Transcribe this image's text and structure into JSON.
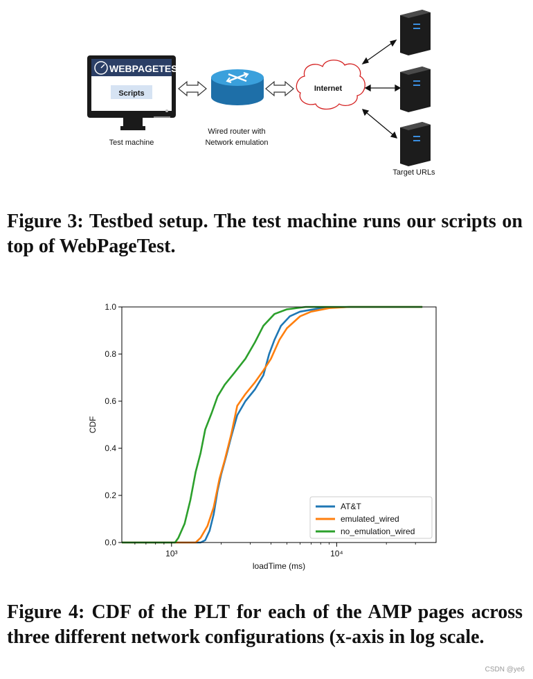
{
  "figure3": {
    "logo_text": "WEBPAGETEST",
    "scripts_label": "Scripts",
    "test_machine_label": "Test machine",
    "router_label_line1": "Wired router with",
    "router_label_line2": "Network emulation",
    "internet_label": "Internet",
    "target_label": "Target URLs",
    "caption": "Figure 3: Testbed setup. The test machine runs our scripts on top of WebPageTest."
  },
  "figure4": {
    "caption": "Figure 4: CDF of the PLT for each of the AMP pages across three different network configurations (x-axis in log scale."
  },
  "watermark": "CSDN @ye6",
  "colors": {
    "att": "#1f77b4",
    "emulated": "#ff7f0e",
    "no_emulation": "#2ca02c"
  },
  "chart_data": {
    "type": "line",
    "xlabel": "loadTime (ms)",
    "ylabel": "CDF",
    "xscale": "log",
    "xlim": [
      500,
      40000
    ],
    "ylim": [
      0,
      1.0
    ],
    "grid": false,
    "legend_position": "lower-right",
    "x_ticks": [
      {
        "value": 1000,
        "label": "10³"
      },
      {
        "value": 10000,
        "label": "10⁴"
      }
    ],
    "y_ticks": [
      "0.0",
      "0.2",
      "0.4",
      "0.6",
      "0.8",
      "1.0"
    ],
    "series": [
      {
        "name": "AT&T",
        "points": [
          [
            500,
            0
          ],
          [
            1500,
            0
          ],
          [
            1600,
            0.01
          ],
          [
            1700,
            0.05
          ],
          [
            1800,
            0.12
          ],
          [
            1900,
            0.22
          ],
          [
            2000,
            0.29
          ],
          [
            2150,
            0.37
          ],
          [
            2300,
            0.45
          ],
          [
            2500,
            0.54
          ],
          [
            2800,
            0.6
          ],
          [
            3200,
            0.65
          ],
          [
            3600,
            0.71
          ],
          [
            3900,
            0.8
          ],
          [
            4200,
            0.86
          ],
          [
            4600,
            0.92
          ],
          [
            5200,
            0.96
          ],
          [
            6000,
            0.98
          ],
          [
            8000,
            0.995
          ],
          [
            12000,
            1.0
          ],
          [
            33000,
            1.0
          ]
        ]
      },
      {
        "name": "emulated_wired",
        "points": [
          [
            500,
            0
          ],
          [
            1400,
            0
          ],
          [
            1500,
            0.02
          ],
          [
            1650,
            0.07
          ],
          [
            1800,
            0.15
          ],
          [
            1950,
            0.27
          ],
          [
            2100,
            0.35
          ],
          [
            2300,
            0.46
          ],
          [
            2500,
            0.58
          ],
          [
            2800,
            0.63
          ],
          [
            3200,
            0.68
          ],
          [
            3600,
            0.73
          ],
          [
            4000,
            0.78
          ],
          [
            4500,
            0.86
          ],
          [
            5000,
            0.91
          ],
          [
            6000,
            0.96
          ],
          [
            7000,
            0.98
          ],
          [
            9000,
            0.995
          ],
          [
            12000,
            1.0
          ],
          [
            33000,
            1.0
          ]
        ]
      },
      {
        "name": "no_emulation_wired",
        "points": [
          [
            500,
            0
          ],
          [
            1050,
            0
          ],
          [
            1100,
            0.02
          ],
          [
            1200,
            0.08
          ],
          [
            1300,
            0.18
          ],
          [
            1400,
            0.3
          ],
          [
            1500,
            0.38
          ],
          [
            1600,
            0.48
          ],
          [
            1750,
            0.55
          ],
          [
            1900,
            0.62
          ],
          [
            2100,
            0.67
          ],
          [
            2400,
            0.72
          ],
          [
            2800,
            0.78
          ],
          [
            3200,
            0.85
          ],
          [
            3600,
            0.92
          ],
          [
            4200,
            0.97
          ],
          [
            5000,
            0.99
          ],
          [
            6500,
            1.0
          ],
          [
            33000,
            1.0
          ]
        ]
      }
    ]
  }
}
